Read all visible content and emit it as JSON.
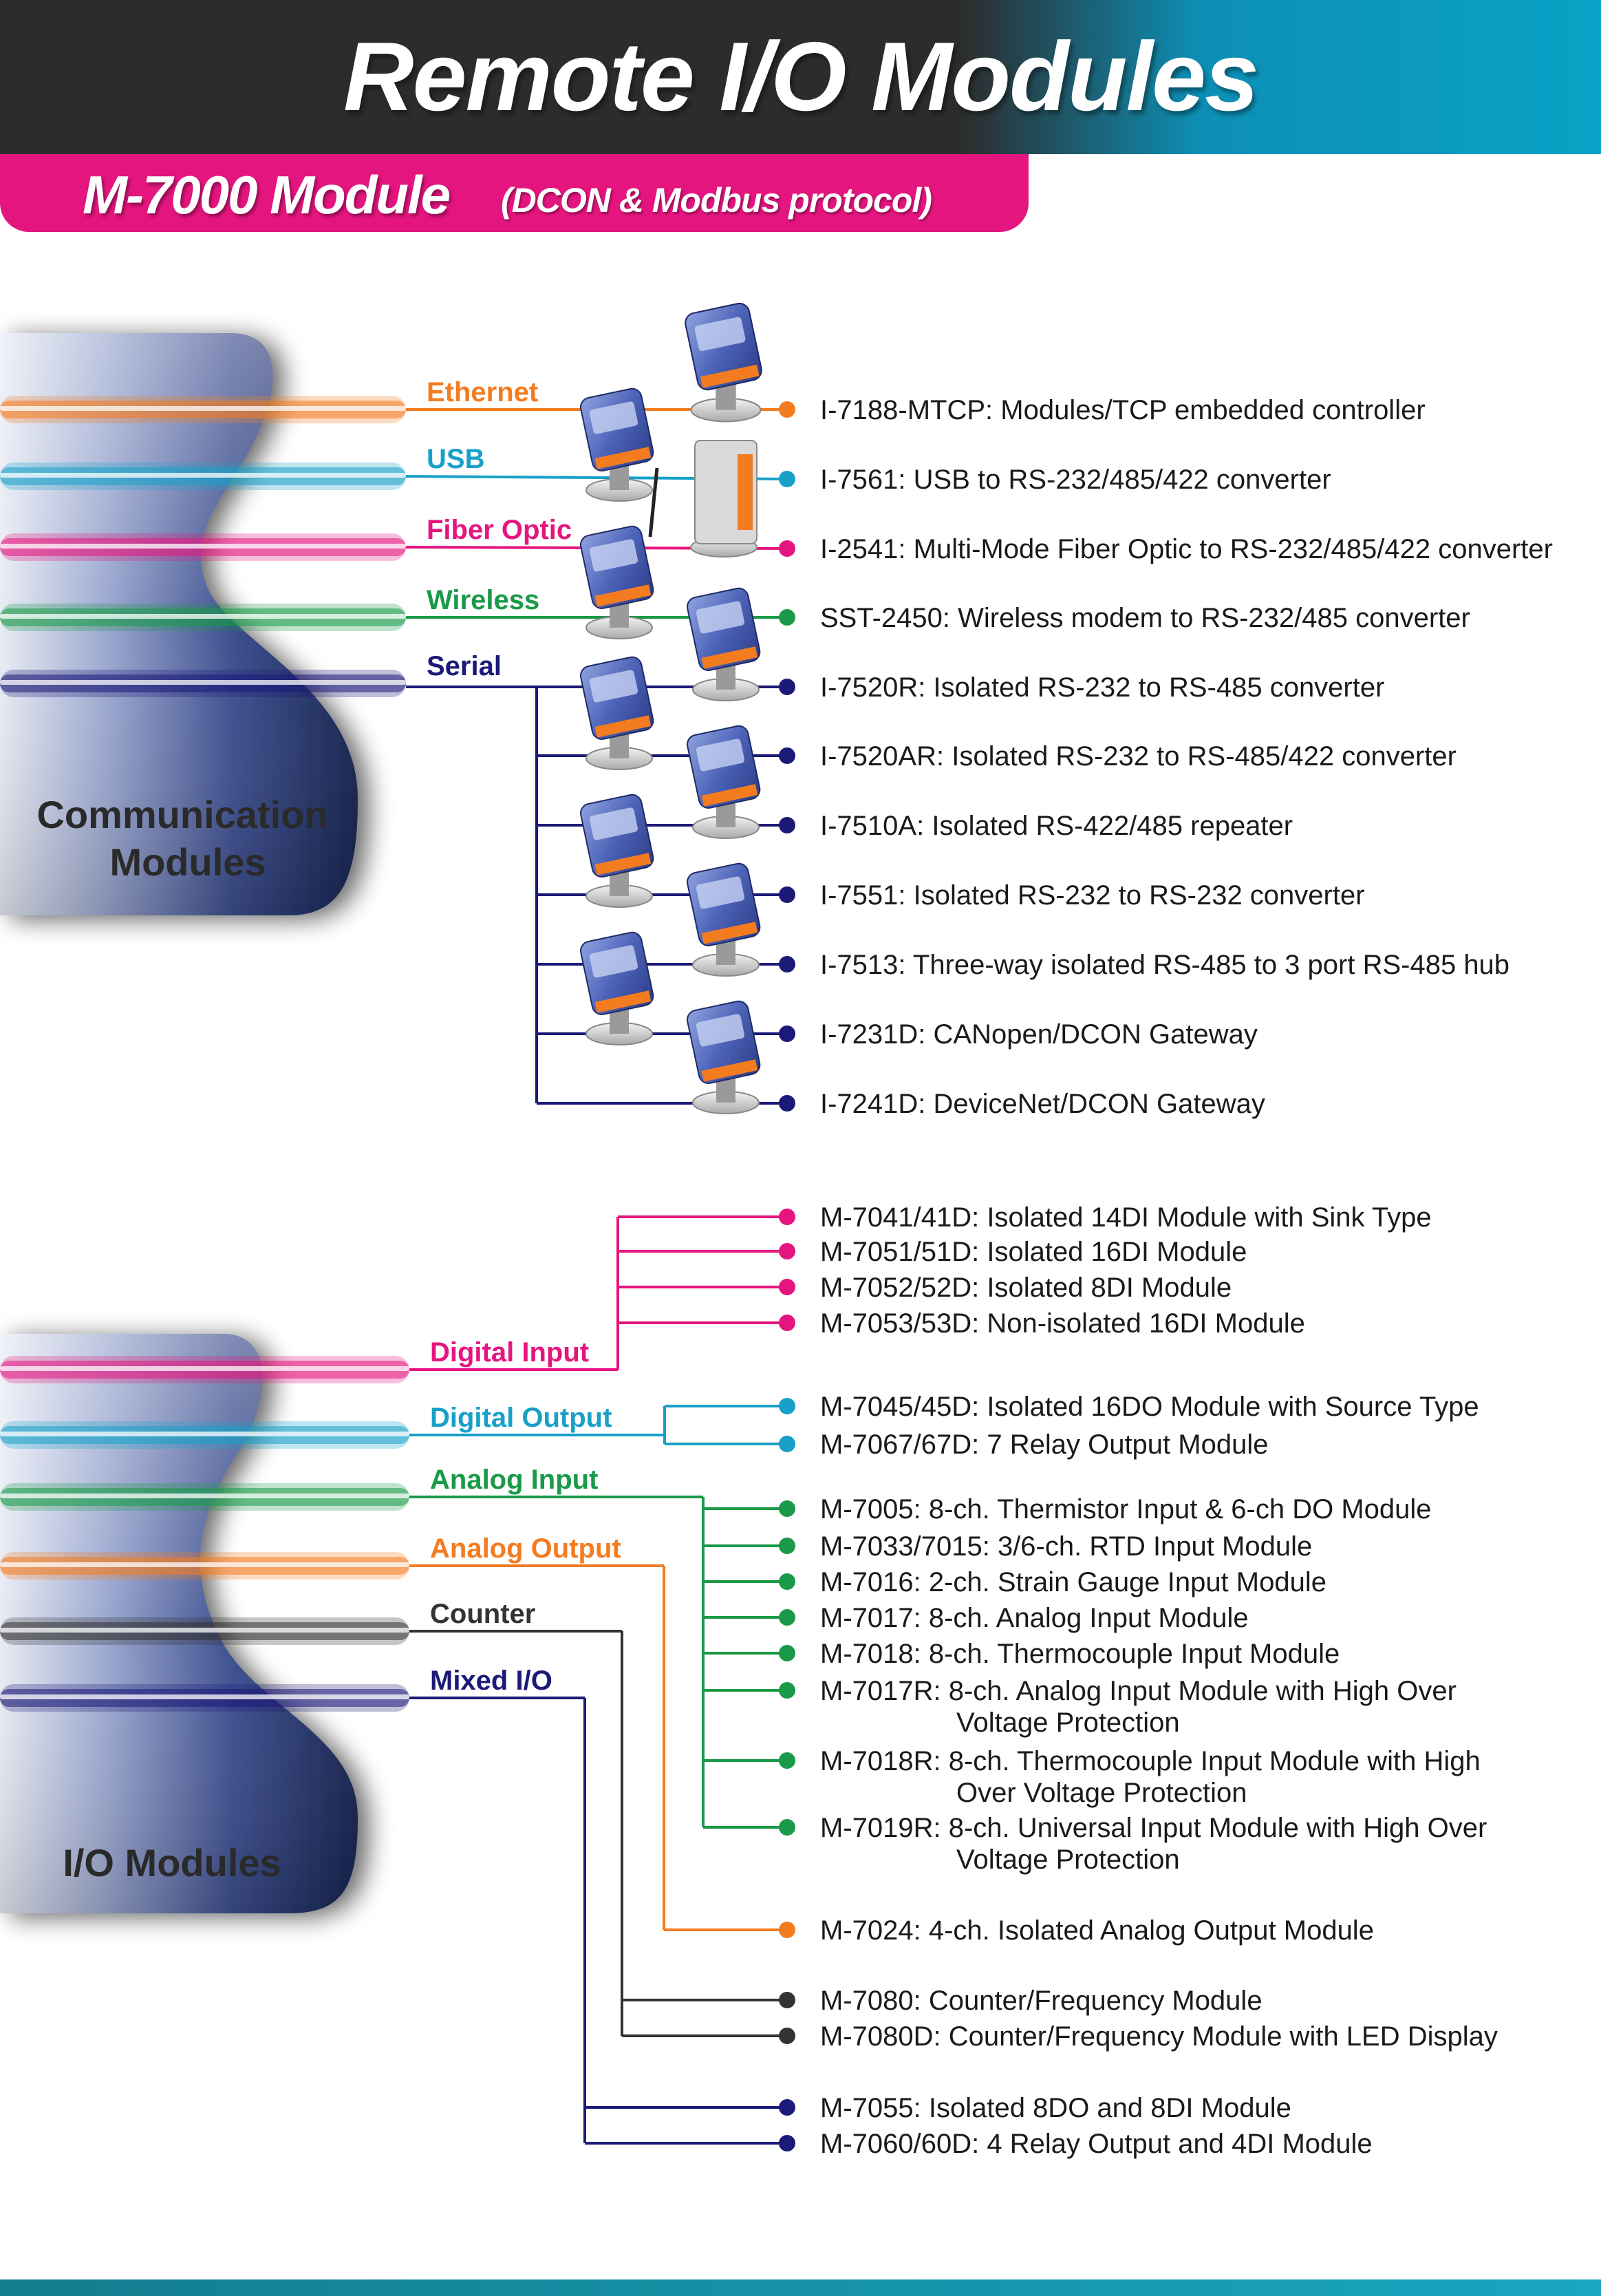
{
  "header": {
    "title": "Remote I/O Modules",
    "subtitle_main": "M-7000 Module",
    "subtitle_sub": "(DCON & Modbus protocol)"
  },
  "communication": {
    "label_line1": "Communication",
    "label_line2": "Modules",
    "categories": [
      {
        "label": "Ethernet",
        "color": "#f47c20"
      },
      {
        "label": "USB",
        "color": "#18a0c8"
      },
      {
        "label": "Fiber Optic",
        "color": "#e5157f"
      },
      {
        "label": "Wireless",
        "color": "#1a9a48"
      },
      {
        "label": "Serial",
        "color": "#1c1a78"
      }
    ],
    "items": [
      {
        "text": "I-7188-MTCP: Modules/TCP embedded controller",
        "color": "#f47c20"
      },
      {
        "text": "I-7561: USB to RS-232/485/422 converter",
        "color": "#18a0c8"
      },
      {
        "text": "I-2541: Multi-Mode Fiber Optic to RS-232/485/422 converter",
        "color": "#e5157f"
      },
      {
        "text": "SST-2450: Wireless modem to RS-232/485 converter",
        "color": "#1a9a48"
      },
      {
        "text": "I-7520R: Isolated RS-232 to RS-485 converter",
        "color": "#1c1a78"
      },
      {
        "text": "I-7520AR: Isolated RS-232 to RS-485/422 converter",
        "color": "#1c1a78"
      },
      {
        "text": "I-7510A: Isolated RS-422/485 repeater",
        "color": "#1c1a78"
      },
      {
        "text": "I-7551: Isolated RS-232 to RS-232 converter",
        "color": "#1c1a78"
      },
      {
        "text": "I-7513: Three-way isolated RS-485 to 3 port RS-485 hub",
        "color": "#1c1a78"
      },
      {
        "text": "I-7231D: CANopen/DCON Gateway",
        "color": "#1c1a78"
      },
      {
        "text": "I-7241D: DeviceNet/DCON Gateway",
        "color": "#1c1a78"
      }
    ]
  },
  "io": {
    "label": "I/O Modules",
    "categories": [
      {
        "label": "Digital Input",
        "color": "#e5157f"
      },
      {
        "label": "Digital Output",
        "color": "#18a0c8"
      },
      {
        "label": "Analog Input",
        "color": "#1a9a48"
      },
      {
        "label": "Analog Output",
        "color": "#f47c20"
      },
      {
        "label": "Counter",
        "color": "#333333"
      },
      {
        "label": "Mixed I/O",
        "color": "#1c1a78"
      }
    ],
    "items": [
      {
        "text": "M-7041/41D: Isolated 14DI Module with Sink Type",
        "color": "#e5157f"
      },
      {
        "text": "M-7051/51D: Isolated 16DI Module",
        "color": "#e5157f"
      },
      {
        "text": "M-7052/52D: Isolated 8DI Module",
        "color": "#e5157f"
      },
      {
        "text": "M-7053/53D: Non-isolated 16DI Module",
        "color": "#e5157f"
      },
      {
        "text": "M-7045/45D: Isolated 16DO Module with Source Type",
        "color": "#18a0c8"
      },
      {
        "text": "M-7067/67D: 7 Relay Output Module",
        "color": "#18a0c8"
      },
      {
        "text": "M-7005: 8-ch. Thermistor Input & 6-ch DO Module",
        "color": "#1a9a48"
      },
      {
        "text": "M-7033/7015: 3/6-ch. RTD Input Module",
        "color": "#1a9a48"
      },
      {
        "text": "M-7016: 2-ch. Strain Gauge Input Module",
        "color": "#1a9a48"
      },
      {
        "text": "M-7017: 8-ch. Analog Input Module",
        "color": "#1a9a48"
      },
      {
        "text": "M-7018: 8-ch. Thermocouple Input Module",
        "color": "#1a9a48"
      },
      {
        "text": "M-7017R: 8-ch. Analog Input Module with High Over",
        "text2": "Voltage Protection",
        "color": "#1a9a48"
      },
      {
        "text": "M-7018R: 8-ch. Thermocouple Input Module with High",
        "text2": "Over Voltage Protection",
        "color": "#1a9a48"
      },
      {
        "text": "M-7019R: 8-ch. Universal Input Module with High Over",
        "text2": "Voltage Protection",
        "color": "#1a9a48"
      },
      {
        "text": "M-7024: 4-ch. Isolated Analog Output Module",
        "color": "#f47c20"
      },
      {
        "text": "M-7080: Counter/Frequency Module",
        "color": "#333333"
      },
      {
        "text": "M-7080D: Counter/Frequency Module with LED Display",
        "color": "#333333"
      },
      {
        "text": "M-7055: Isolated 8DO and 8DI Module",
        "color": "#1c1a78"
      },
      {
        "text": "M-7060/60D: 4 Relay Output and 4DI Module",
        "color": "#1c1a78"
      }
    ]
  }
}
